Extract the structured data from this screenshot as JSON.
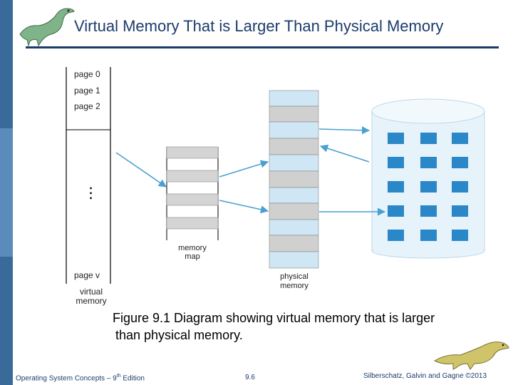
{
  "slide": {
    "title": "Virtual Memory That is Larger Than Physical Memory",
    "caption_line1": "Figure 9.1 Diagram showing virtual memory that is larger",
    "caption_line2": "than physical memory.",
    "footer": {
      "course_prefix": "Operating System Concepts – 9",
      "course_sup": "th",
      "course_suffix": " Edition",
      "page": "9.6",
      "copyright": "Silberschatz, Galvin and Gagne ©2013"
    }
  },
  "diagram": {
    "virtual_pages": [
      "page 0",
      "page 1",
      "page 2"
    ],
    "ellipsis": "• • •",
    "last_page": "page v",
    "virtual_label": [
      "virtual",
      "memory"
    ],
    "memory_map_label": [
      "memory",
      "map"
    ],
    "physical_label": [
      "physical",
      "memory"
    ]
  },
  "colors": {
    "title": "#1c3c6c",
    "side_bar": "#3a6a9a",
    "map_entry": "#d4d4d4",
    "frame_light": "#cfe6f4",
    "frame_gray": "#d0d0d0",
    "disk_block": "#2a87c8",
    "arrow": "#4aa0d0"
  },
  "icons": [
    "dinosaur-logo-icon",
    "dinosaur-footer-icon"
  ]
}
